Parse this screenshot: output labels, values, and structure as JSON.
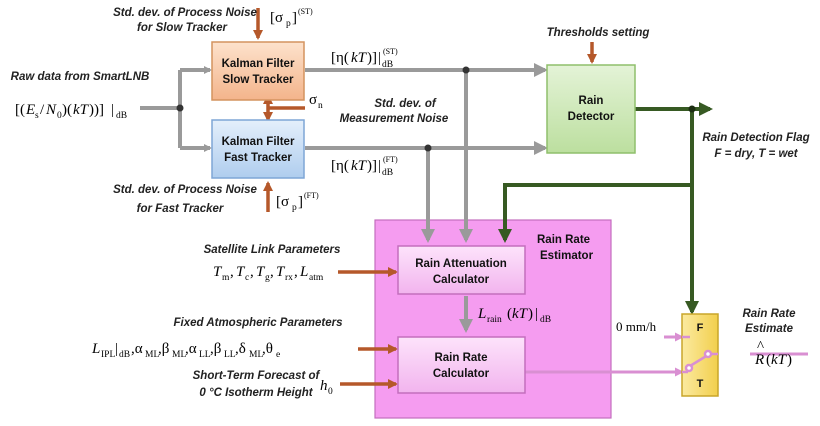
{
  "colors": {
    "kalman_slow": "#f7c6a3",
    "kalman_fast": "#c9def5",
    "rain_detector": "#cfe8b8",
    "estimator_panel": "#f59cf0",
    "calc_box": "#f7c6f4",
    "switch": "#f8e07a",
    "grey_line": "#9a9a9a",
    "green_line": "#375a23",
    "brown_arrow": "#b5582a",
    "pink_line": "#d98fd2"
  },
  "labels": {
    "process_noise_slow_1": "Std. dev. of Process Noise",
    "process_noise_slow_2": "for Slow Tracker",
    "raw_data": "Raw data from SmartLNB",
    "thresholds": "Thresholds setting",
    "meas_noise_1": "Std. dev. of",
    "meas_noise_2": "Measurement Noise",
    "process_noise_fast_1": "Std. dev. of Process Noise",
    "process_noise_fast_2": "for Fast Tracker",
    "detection_flag_1": "Rain Detection Flag",
    "detection_flag_2": "F = dry, T = wet",
    "sat_link": "Satellite Link Parameters",
    "fixed_atmo": "Fixed Atmospheric Parameters",
    "forecast_1": "Short-Term Forecast of",
    "forecast_2": "0 °C Isotherm Height",
    "rr_estimate_1": "Rain Rate",
    "rr_estimate_2": "Estimate"
  },
  "blocks": {
    "kalman_slow_1": "Kalman Filter",
    "kalman_slow_2": "Slow Tracker",
    "kalman_fast_1": "Kalman Filter",
    "kalman_fast_2": "Fast Tracker",
    "rain_detector_1": "Rain",
    "rain_detector_2": "Detector",
    "estimator_1": "Rain Rate",
    "estimator_2": "Estimator",
    "attenuation_1": "Rain Attenuation",
    "attenuation_2": "Calculator",
    "rainrate_calc_1": "Rain Rate",
    "rainrate_calc_2": "Calculator",
    "switch_f": "F",
    "switch_t": "T"
  },
  "zero_rate": "0 mm/h"
}
